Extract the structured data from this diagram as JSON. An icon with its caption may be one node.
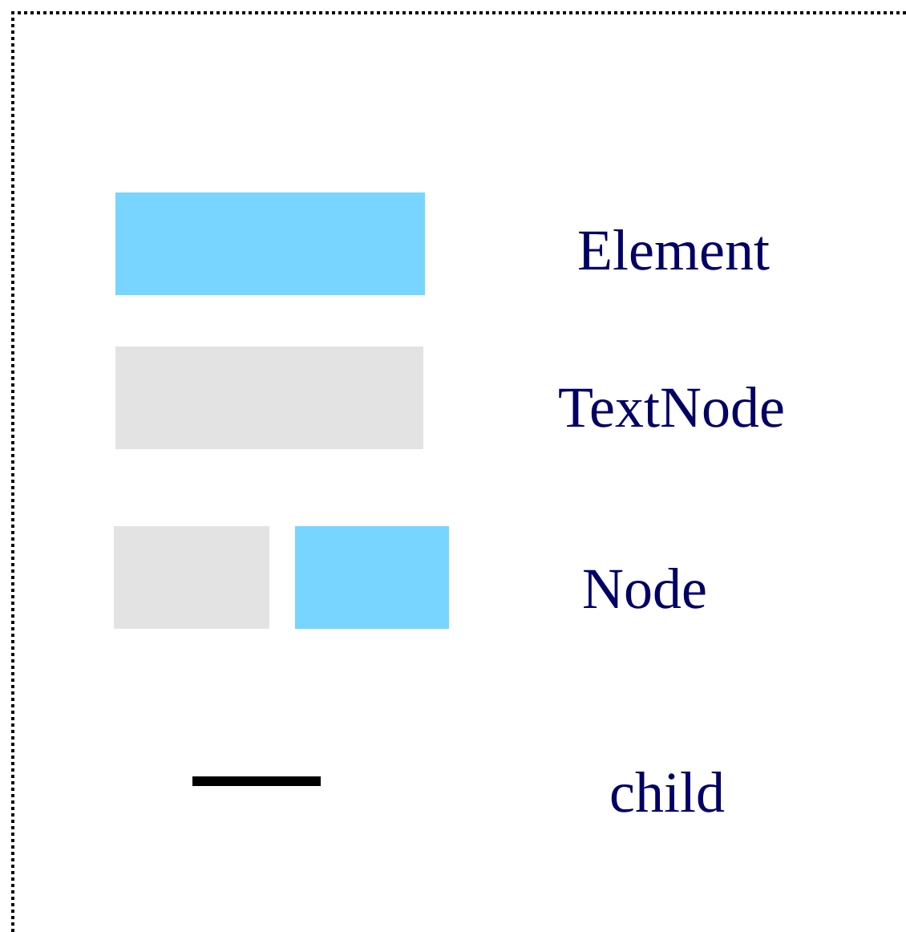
{
  "diagram": {
    "legend": [
      {
        "text": "Element",
        "color": "#77d5ff"
      },
      {
        "text": "TextNode",
        "color": "#e3e3e3"
      },
      {
        "text": "Node"
      },
      {
        "text": "child"
      }
    ]
  }
}
